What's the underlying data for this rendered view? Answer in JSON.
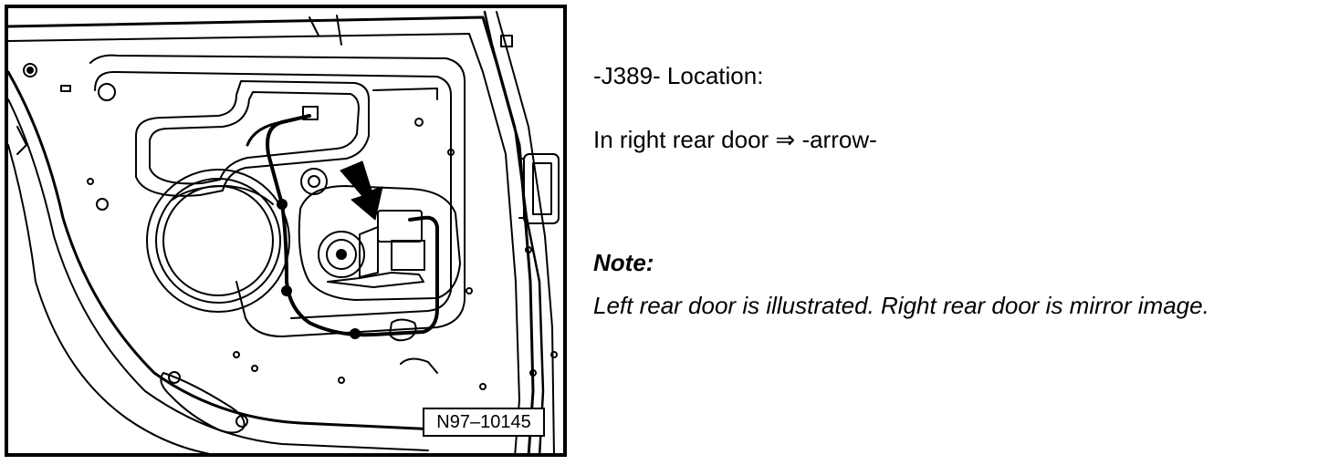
{
  "figure": {
    "id_label": "N97–10145",
    "alt_description": "",
    "arrow_color": "#000000"
  },
  "location": {
    "title": "-J389- Location:",
    "position_text": "In right rear door ⇒ -arrow-"
  },
  "note": {
    "heading": "Note:",
    "text": "Left rear door is illustrated. Right rear door is mirror image."
  }
}
